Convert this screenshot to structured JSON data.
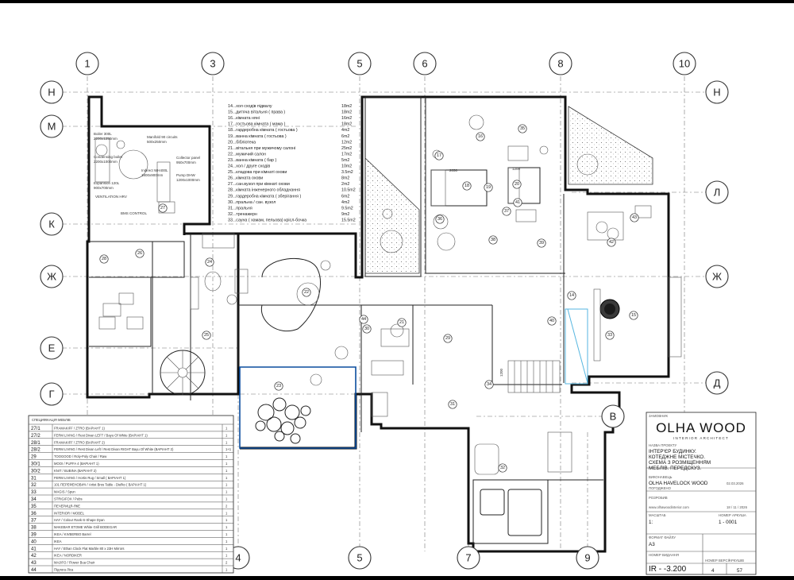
{
  "axes_top": [
    "1",
    "3",
    "5",
    "6",
    "8",
    "10"
  ],
  "axes_bottom": [
    "4",
    "5",
    "7",
    "9"
  ],
  "axes_left": [
    "Н",
    "М",
    "К",
    "Ж",
    "Е",
    "Г"
  ],
  "axes_right": [
    "Н",
    "Л",
    "Ж",
    "Д",
    "В"
  ],
  "room_list": [
    {
      "label": "14...хол сходів підвалу",
      "value": "18m2"
    },
    {
      "label": "15...дитяча вітальня ( права )",
      "value": "18m2"
    },
    {
      "label": "16...кімната няні",
      "value": "16m2"
    },
    {
      "label": "17...гостьова кімната ( мама )",
      "value": "18m2"
    },
    {
      "label": "18...гардеробна кімната ( гостьова )",
      "value": "4m2"
    },
    {
      "label": "19...ванна кімната ( гостьова )",
      "value": "6m2"
    },
    {
      "label": "20...бібліотека",
      "value": "12m2"
    },
    {
      "label": "21...вітальня при мужичому салоні",
      "value": "25m2"
    },
    {
      "label": "22...мужичий салон",
      "value": "17m2"
    },
    {
      "label": "23...ванна кімната ( бар )",
      "value": "5m2"
    },
    {
      "label": "24...хол / друге сходів",
      "value": "10m2"
    },
    {
      "label": "25...кладова при кімнаті охови",
      "value": "3.5m2"
    },
    {
      "label": "26...кімната охови",
      "value": "8m2"
    },
    {
      "label": "27...сан.вузол при кімнаті охови",
      "value": "2m2"
    },
    {
      "label": "28...кімната інженерного обладнання",
      "value": "10.5m2"
    },
    {
      "label": "29...гардеробна кімната ( зберігання )",
      "value": "6m2"
    },
    {
      "label": "30...пральна / сан. вузол",
      "value": "4m2"
    },
    {
      "label": "31...пральня",
      "value": "9.5m2"
    },
    {
      "label": "32...тренажерн",
      "value": "9m2"
    },
    {
      "label": "33...сауна ( хамам, пельова) крісл-бочка",
      "value": "15.5m2"
    }
  ],
  "room_numbers": [
    "14",
    "15",
    "16",
    "17",
    "18",
    "19",
    "20",
    "21",
    "22",
    "23",
    "24",
    "25",
    "26",
    "27",
    "28",
    "29",
    "30",
    "31",
    "32",
    "33",
    "34",
    "35",
    "36",
    "37",
    "38",
    "39",
    "40",
    "41",
    "42",
    "43",
    "44"
  ],
  "equipment_labels": {
    "boiler": "Boiler 300L",
    "condensing": "Condensing boiler",
    "expansion": "Expansion 120L",
    "manifold": "Manifold 90 circuits",
    "water_heater": "Indirect WH400L",
    "collector": "Collector panel",
    "pump": "Pump DHW",
    "ventilation": "VENTILATION HRV",
    "bms": "BMS CONTROL",
    "dims": [
      "2200x1250mm",
      "2200x1000mm",
      "900x700mm",
      "500x250mm",
      "1800x900mm",
      "950x700mm",
      "1200x1000mm"
    ]
  },
  "furniture_dims": {
    "bed_a": "2050",
    "bed_b": "1200",
    "stair_w": "1200"
  },
  "spec_table": {
    "title": "СПЕЦИФІКАЦІЯ МЕБЛІВ",
    "rows": [
      {
        "num": "27/1",
        "desc": "FRAMAKIFF / ZTRO (ВАРІАНТ 1)",
        "qty": "1"
      },
      {
        "num": "27/2",
        "desc": "FERM LIVING / Rest Divan LEFT / Bayu Of White (ВАРІАНТ 1)",
        "qty": "1"
      },
      {
        "num": "28/1",
        "desc": "FRAMAKIFF / ZTRO (ВАРІАНТ 2)",
        "qty": "1"
      },
      {
        "num": "28/2",
        "desc": "FERM LIVING / Rest Divan Left / Rest Divan RIGHT Bayu Of White (ВАРІАНТ 2)",
        "qty": "1+1"
      },
      {
        "num": "29",
        "desc": "TOOGOOD / Roly-Poly Chair / Raw",
        "qty": "1"
      },
      {
        "num": "30/1",
        "desc": "MOOI / PUFFA 4 (ВАРІАНТ 1)",
        "qty": "1"
      },
      {
        "num": "30/2",
        "desc": "KNIT / BUBINA (ВАРІАНТ 2)",
        "qty": "1"
      },
      {
        "num": "31",
        "desc": "FERM LIVING / Hortis Rug / Small ( ВАРІАНТ 1)",
        "qty": "1"
      },
      {
        "num": "32",
        "desc": "101 ПЕРЕФЕНОВИЧ / Artist Bros Table - Diefko ( ВАРІАНТ 1)",
        "qty": "1"
      },
      {
        "num": "33",
        "desc": "MAGIS / Spun",
        "qty": "1"
      },
      {
        "num": "34",
        "desc": "STRIGIFOX / Pebs",
        "qty": "1"
      },
      {
        "num": "35",
        "desc": "ПЕЧЕРИЦЯ-ЯКЕ",
        "qty": "2"
      },
      {
        "num": "36",
        "desc": "INTERIOR / MOBEL",
        "qty": "1"
      },
      {
        "num": "37",
        "desc": "HAY / Colour Rank-S-Shape Dyan",
        "qty": "1"
      },
      {
        "num": "38",
        "desc": "MAKEBAR ETOME White Grill BODEGAR",
        "qty": "1"
      },
      {
        "num": "39",
        "desc": "IKEA / KIVBERBO Barrel",
        "qty": "1"
      },
      {
        "num": "40",
        "desc": "IKEA",
        "qty": "1"
      },
      {
        "num": "41",
        "desc": "HAY / Ethan Clock Flat Marble 80 x 23H Mirrors",
        "qty": "1"
      },
      {
        "num": "42",
        "desc": "IKEA / NORDIKER",
        "qty": "1"
      },
      {
        "num": "43",
        "desc": "MAJIFO / Flower Bua Chair",
        "qty": "2"
      },
      {
        "num": "44",
        "desc": "Підлога Ліса",
        "qty": "1"
      }
    ]
  },
  "title_block": {
    "small_top": "ЗАМОВНИК",
    "brand": "OLHA WOOD",
    "brand_sub": "INTERIOR ARCHITECT",
    "project_label": "НАЗВА ПРОЕКТУ",
    "project_title": [
      "ІНТЕР'ЄР БУДИНКУ.",
      "КОТЕДЖНЕ МІСТЕЧКО.",
      "СХЕМА З РОЗМІЩЕННЯМ",
      "МЕБЛІВ. ПЕРЕДСКУЗ."
    ],
    "author_label": "ВИКОНАВЕЦЬ",
    "author": "OLHA HAVELOCK WOOD",
    "date_small": "02.03.2026",
    "role_label": "ПОГОДЖЕНО",
    "sign_label": "РОЗРОБИВ",
    "website": "www.olhawoodinterior.com",
    "date2": "18 / 11 / 2026",
    "scale_label": "МАСШТАБ",
    "scale_value": "1:",
    "sheet_no_label": "НОМЕР АРКУША",
    "sheet_no": "1 - 0001",
    "format_label": "ФОРМАТ ФАЙЛУ",
    "format": "A3",
    "code_label": "НОМЕР ВИДАННЯ",
    "code": "IR - -3.200",
    "page_label": "НОМЕР ВЕРСІЇ",
    "page": "4",
    "total_label": "АРКУШІВ",
    "total": "57"
  }
}
